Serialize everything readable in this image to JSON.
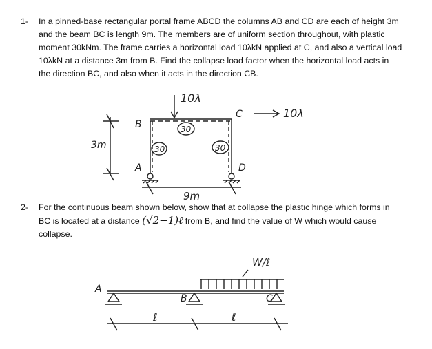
{
  "question1": {
    "number": "1-",
    "lines": [
      "In a pinned-base rectangular portal frame ABCD the columns AB and CD are each of height 3m",
      "and the beam BC is length 9m. The members are of uniform section throughout, with plastic",
      "moment 30kNm. The frame carries a horizontal load 10λkN applied at C, and also a vertical load",
      "10λkN at a distance 3m from B. Find the collapse load factor when the horizontal load acts in",
      "the direction BC, and also when it acts in the direction CB."
    ]
  },
  "frame_sketch": {
    "vertical_load": "10λ",
    "horizontal_load": "10λ",
    "beam_mp": "30",
    "left_column_mp": "30",
    "right_column_mp": "30",
    "height_label": "3m",
    "span_label": "9m",
    "node_a": "A",
    "node_b": "B",
    "node_c": "C",
    "node_d": "D"
  },
  "question2": {
    "number": "2-",
    "line1": "For the continuous beam shown below, show that at collapse the plastic hinge which forms in",
    "line2_before": "BC is located at a distance",
    "line2_formula": "(√2−1)ℓ",
    "line2_after": "from B, and find the value of W which would cause",
    "line3": "collapse."
  },
  "beam_sketch": {
    "load_label": "W/ℓ",
    "support_a": "A",
    "support_b": "B",
    "support_c": "C",
    "span_ab": "ℓ",
    "span_bc": "ℓ"
  }
}
